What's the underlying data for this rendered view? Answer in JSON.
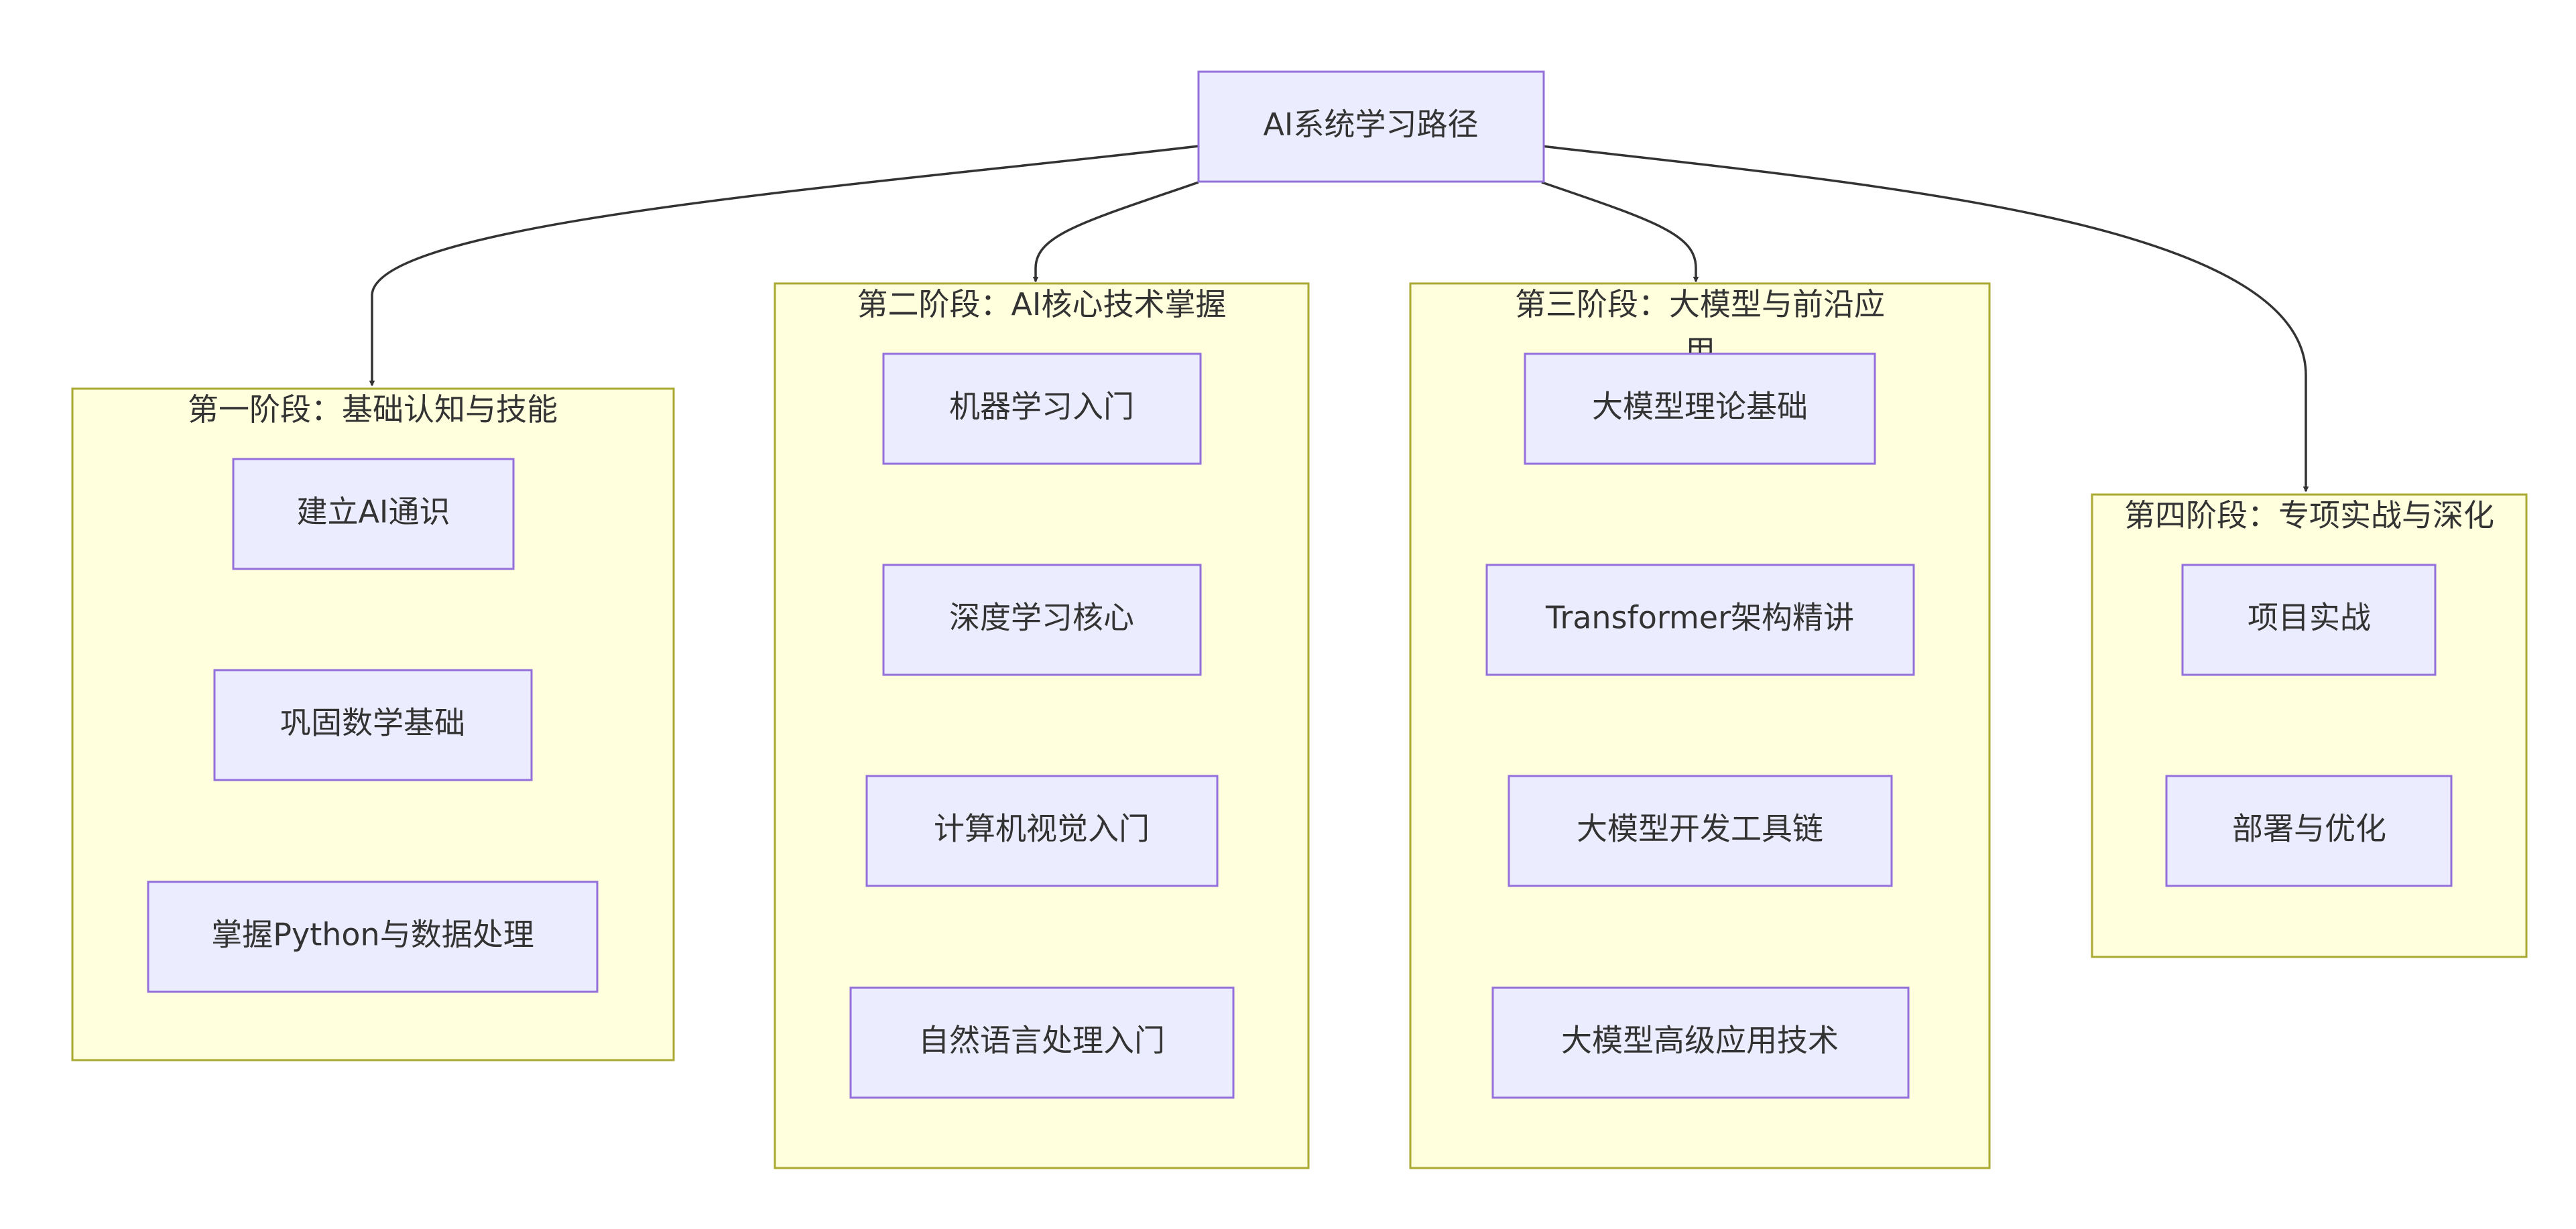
{
  "root": {
    "label": "AI系统学习路径"
  },
  "stages": [
    {
      "title": "第一阶段：基础认知与技能",
      "nodes": [
        "建立AI通识",
        "巩固数学基础",
        "掌握Python与数据处理"
      ]
    },
    {
      "title": "第二阶段：AI核心技术掌握",
      "nodes": [
        "机器学习入门",
        "深度学习核心",
        "计算机视觉入门",
        "自然语言处理入门"
      ]
    },
    {
      "title": "第三阶段：大模型与前沿应",
      "title_overflow": "用",
      "nodes": [
        "大模型理论基础",
        "Transformer架构精讲",
        "大模型开发工具链",
        "大模型高级应用技术"
      ]
    },
    {
      "title": "第四阶段：专项实战与深化",
      "nodes": [
        "项目实战",
        "部署与优化"
      ]
    }
  ],
  "colors": {
    "cluster_fill": "#ffffde",
    "cluster_stroke": "#aaaa33",
    "node_fill": "#ececff",
    "node_stroke": "#9370db",
    "edge": "#333333",
    "text": "#333333"
  }
}
